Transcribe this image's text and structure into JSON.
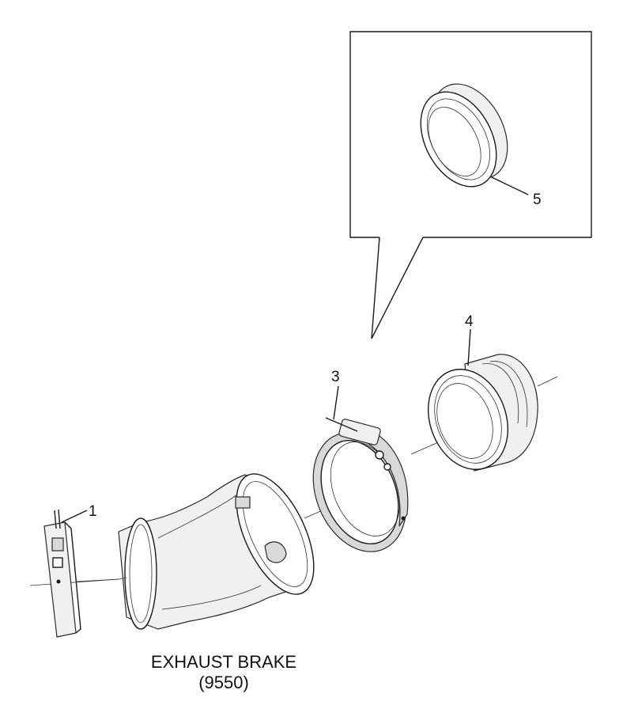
{
  "diagram": {
    "title": "EXHAUST BRAKE",
    "subtitle": "(9550)",
    "callouts": [
      {
        "id": "part-1",
        "label": "1"
      },
      {
        "id": "part-3",
        "label": "3"
      },
      {
        "id": "part-4",
        "label": "4"
      },
      {
        "id": "part-5",
        "label": "5"
      }
    ]
  }
}
